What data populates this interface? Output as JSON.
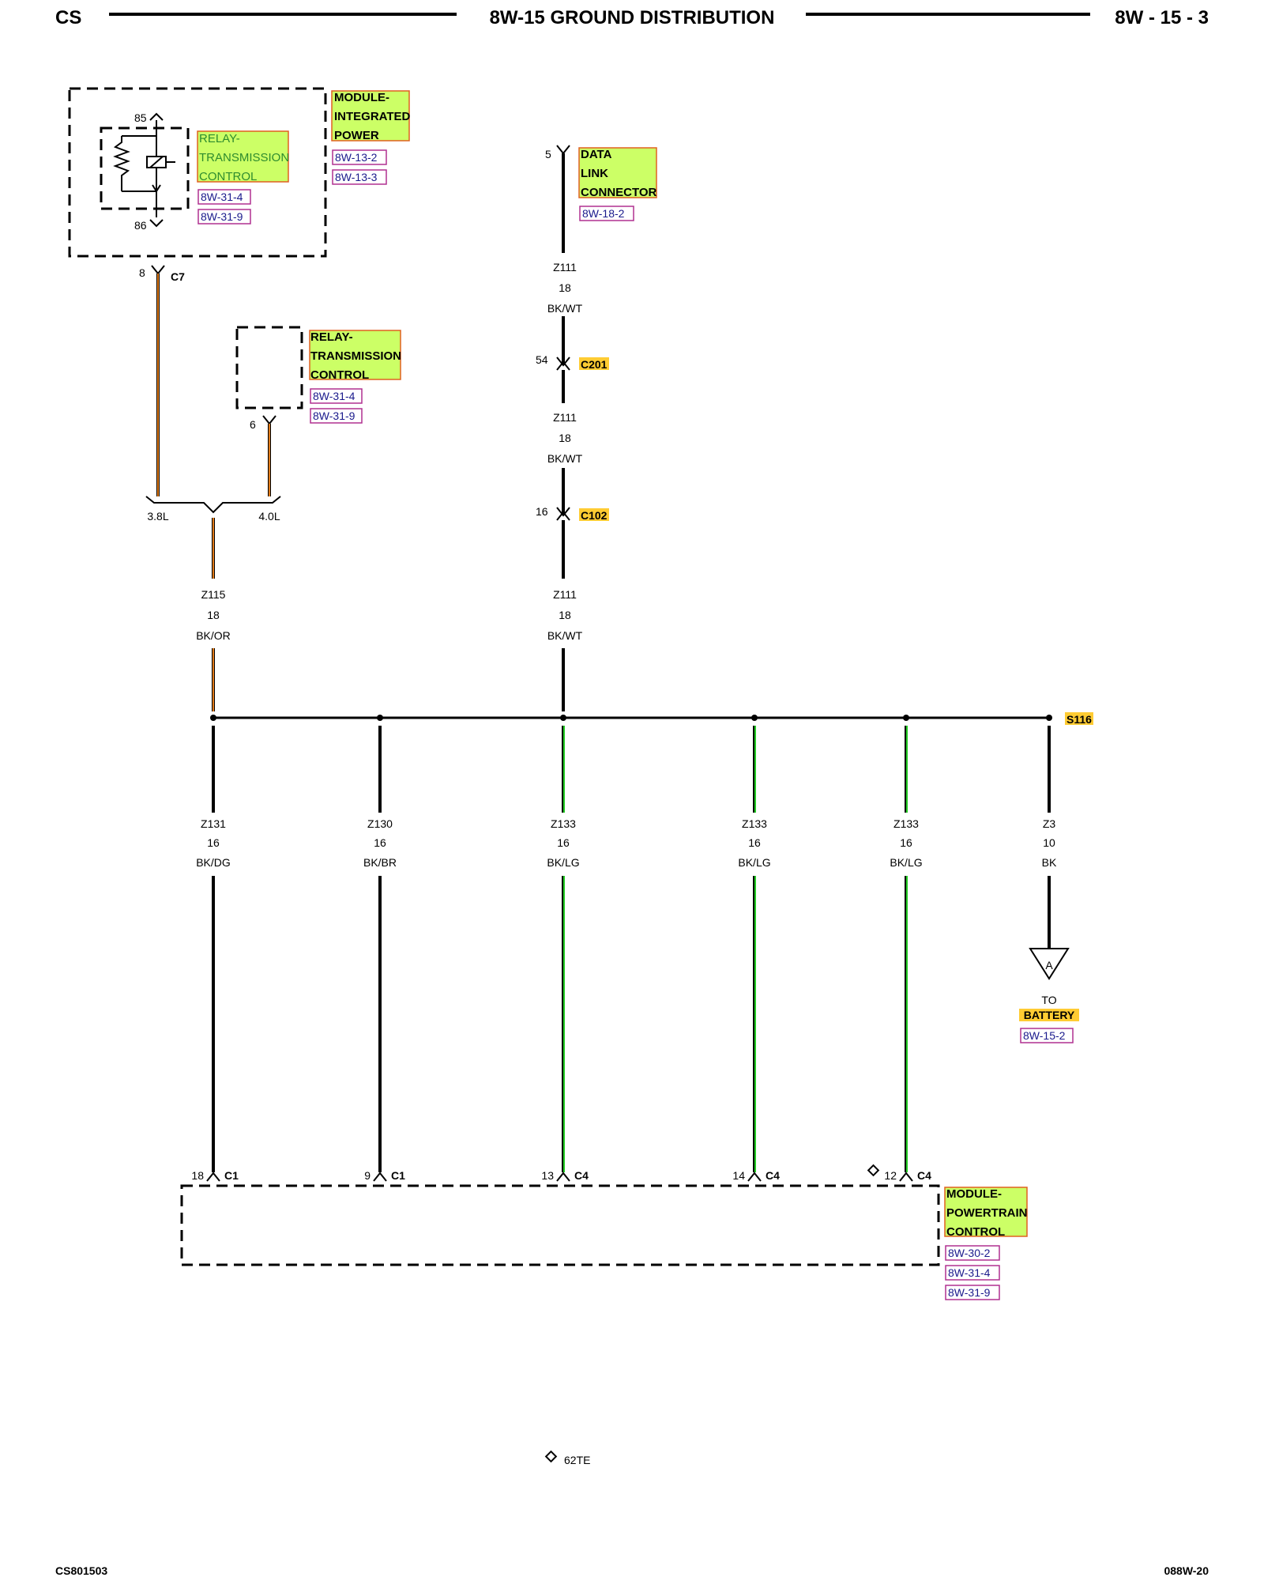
{
  "header": {
    "left": "CS",
    "title": "8W-15 GROUND DISTRIBUTION",
    "right": "8W - 15 - 3"
  },
  "module_ipm": {
    "name": [
      "MODULE-",
      "INTEGRATED",
      "POWER"
    ],
    "refs": [
      "8W-13-2",
      "8W-13-3"
    ]
  },
  "relay_tc_inner": {
    "name": [
      "RELAY-",
      "TRANSMISSION",
      "CONTROL"
    ],
    "refs": [
      "8W-31-4",
      "8W-31-9"
    ],
    "pin_top": "85",
    "pin_bottom": "86"
  },
  "c7": {
    "pin": "8",
    "label": "C7"
  },
  "relay_tc_outer": {
    "name": [
      "RELAY-",
      "TRANSMISSION",
      "CONTROL"
    ],
    "refs": [
      "8W-31-4",
      "8W-31-9"
    ],
    "pin": "6"
  },
  "split": {
    "left": "3.8L",
    "right": "4.0L"
  },
  "wire_z115": {
    "circuit": "Z115",
    "gauge": "18",
    "color": "BK/OR"
  },
  "dlc": {
    "name": [
      "DATA",
      "LINK",
      "CONNECTOR"
    ],
    "refs": [
      "8W-18-2"
    ],
    "pin": "5"
  },
  "wire_z111_a": {
    "circuit": "Z111",
    "gauge": "18",
    "color": "BK/WT"
  },
  "c201": {
    "pin": "54",
    "label": "C201"
  },
  "wire_z111_b": {
    "circuit": "Z111",
    "gauge": "18",
    "color": "BK/WT"
  },
  "c102": {
    "pin": "16",
    "label": "C102"
  },
  "wire_z111_c": {
    "circuit": "Z111",
    "gauge": "18",
    "color": "BK/WT"
  },
  "splice": {
    "label": "S116"
  },
  "branches": [
    {
      "circuit": "Z131",
      "gauge": "16",
      "color": "BK/DG",
      "pin": "18",
      "conn": "C1"
    },
    {
      "circuit": "Z130",
      "gauge": "16",
      "color": "BK/BR",
      "pin": "9",
      "conn": "C1"
    },
    {
      "circuit": "Z133",
      "gauge": "16",
      "color": "BK/LG",
      "pin": "13",
      "conn": "C4"
    },
    {
      "circuit": "Z133",
      "gauge": "16",
      "color": "BK/LG",
      "pin": "14",
      "conn": "C4"
    },
    {
      "circuit": "Z133",
      "gauge": "16",
      "color": "BK/LG",
      "pin": "12",
      "conn": "C4"
    },
    {
      "circuit": "Z3",
      "gauge": "10",
      "color": "BK"
    }
  ],
  "battery": {
    "tag": "A",
    "to": "TO",
    "name": "BATTERY",
    "ref": "8W-15-2"
  },
  "pcm": {
    "name": [
      "MODULE-",
      "POWERTRAIN",
      "CONTROL"
    ],
    "refs": [
      "8W-30-2",
      "8W-31-4",
      "8W-31-9"
    ]
  },
  "note": {
    "text": "62TE"
  },
  "footer": {
    "left": "CS801503",
    "right": "088W-20"
  },
  "colors": {
    "highlight": "#ccff66",
    "connector_highlight": "#ffcc33",
    "orange_tracer": "#e07b1a",
    "green_tracer": "#22cc22"
  }
}
